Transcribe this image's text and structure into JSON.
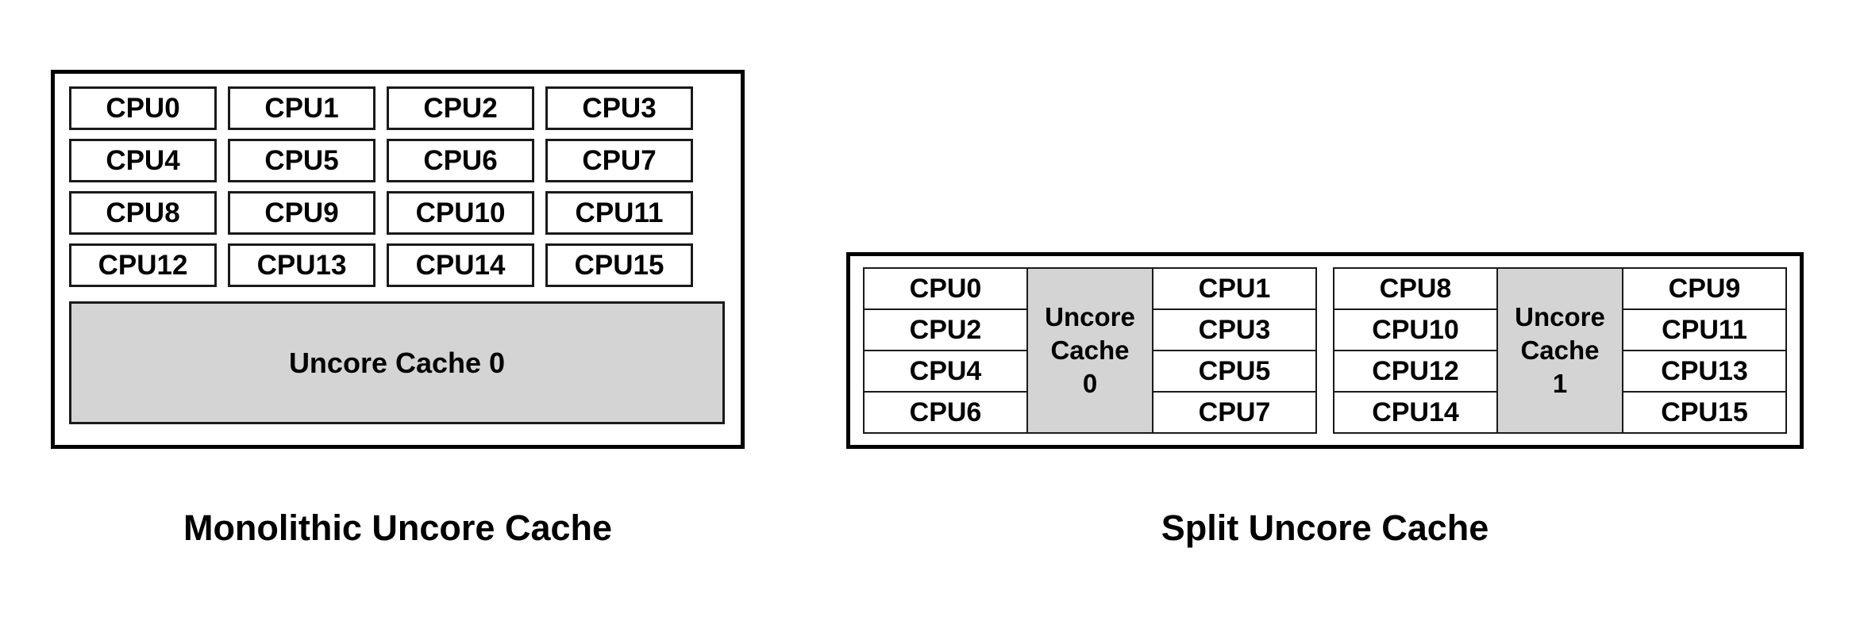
{
  "monolithic": {
    "caption": "Monolithic Uncore Cache",
    "cpus": [
      "CPU0",
      "CPU1",
      "CPU2",
      "CPU3",
      "CPU4",
      "CPU5",
      "CPU6",
      "CPU7",
      "CPU8",
      "CPU9",
      "CPU10",
      "CPU11",
      "CPU12",
      "CPU13",
      "CPU14",
      "CPU15"
    ],
    "cache_label": "Uncore Cache 0"
  },
  "split": {
    "caption": "Split Uncore Cache",
    "groups": [
      {
        "left_cpus": [
          "CPU0",
          "CPU2",
          "CPU4",
          "CPU6"
        ],
        "cache_line1": "Uncore",
        "cache_line2": "Cache",
        "cache_line3": "0",
        "right_cpus": [
          "CPU1",
          "CPU3",
          "CPU5",
          "CPU7"
        ]
      },
      {
        "left_cpus": [
          "CPU8",
          "CPU10",
          "CPU12",
          "CPU14"
        ],
        "cache_line1": "Uncore",
        "cache_line2": "Cache",
        "cache_line3": "1",
        "right_cpus": [
          "CPU9",
          "CPU11",
          "CPU13",
          "CPU15"
        ]
      }
    ]
  },
  "colors": {
    "cache_fill": "#d4d4d4",
    "border": "#000000",
    "background": "#ffffff",
    "text": "#000000"
  }
}
